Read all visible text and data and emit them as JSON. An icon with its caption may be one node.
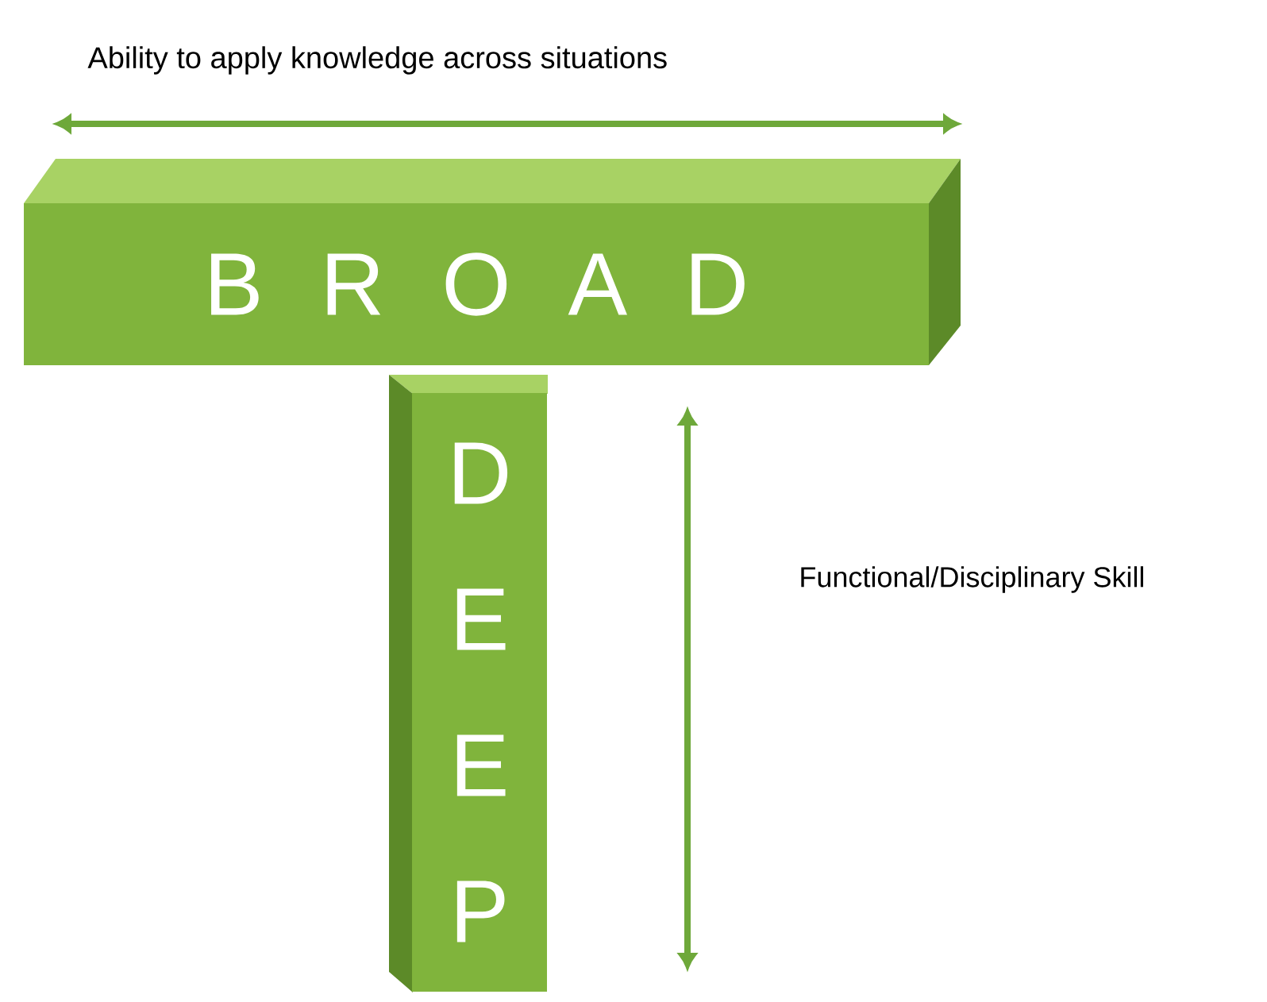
{
  "diagram": {
    "nodes": [
      {
        "text": [
          "B R O A D"
        ]
      },
      {
        "text": [
          "D E E P"
        ]
      }
    ],
    "labels": [
      "Ability to apply knowledge across situations",
      "Functional/Disciplinary Skill"
    ]
  }
}
